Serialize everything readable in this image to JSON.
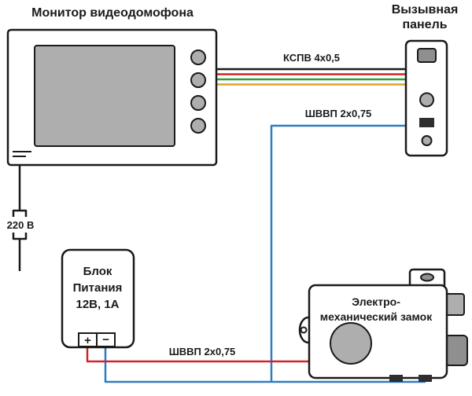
{
  "diagram": {
    "monitor": {
      "title": "Монитор видеодомофона"
    },
    "panel": {
      "title_line1": "Вызывная",
      "title_line2": "панель"
    },
    "power": {
      "line1": "Блок",
      "line2": "Питания",
      "line3": "12В, 1А",
      "plus": "+",
      "minus": "−",
      "plus_color": "#d2232a",
      "minus_color": "#1a1a1a",
      "mains_label": "220 В"
    },
    "lock": {
      "line1": "Электро-",
      "line2": "механический замок"
    },
    "cables": {
      "kspv_label": "КСПВ 4х0,5",
      "shvvp_top_label": "ШВВП 2х0,75",
      "shvvp_bottom_label": "ШВВП 2х0,75",
      "colors": {
        "black": "#1a1a1a",
        "red": "#d2232a",
        "green": "#2f9e41",
        "yellow": "#e0a226",
        "blue": "#2e7cc0"
      }
    }
  }
}
